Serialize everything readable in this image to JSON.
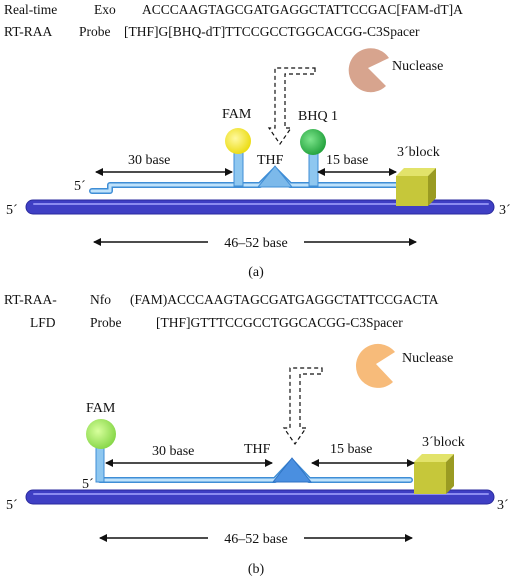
{
  "panel_a": {
    "header": {
      "line1": {
        "name": "Real-time",
        "kind": "Exo",
        "sequence": "ACCCAAGTAGCGATGAGGCTATTCCGAC[FAM-dT]A"
      },
      "line2": {
        "name": "RT-RAA",
        "kind": "Probe",
        "sequence": "[THF]G[BHQ-dT]TTCCGCCTGGCACGG-C3Spacer"
      }
    },
    "labels": {
      "nuclease": "Nuclease",
      "fam": "FAM",
      "bhq": "BHQ 1",
      "thf": "THF",
      "left_span": "30 base",
      "right_span": "15 base",
      "block": "3´block",
      "five_prime_probe": "5´",
      "five_prime_strand": "5´",
      "three_prime_strand": "3´",
      "length": "46–52 base"
    },
    "caption": "(a)"
  },
  "panel_b": {
    "header": {
      "line1": {
        "name": "RT-RAA-",
        "kind": "Nfo",
        "sequence": "(FAM)ACCCAAGTAGCGATGAGGCTATTCCGACTA"
      },
      "line2": {
        "name": "LFD",
        "kind": "Probe",
        "sequence": "[THF]GTTTCCGCCTGGCACGG-C3Spacer"
      }
    },
    "labels": {
      "nuclease": "Nuclease",
      "fam": "FAM",
      "thf": "THF",
      "left_span": "30 base",
      "right_span": "15 base",
      "block": "3´block",
      "five_prime_probe": "5´",
      "five_prime_strand": "5´",
      "three_prime_strand": "3´",
      "length": "46–52 base"
    },
    "caption": "(b)"
  },
  "colors": {
    "strand": "#3f3fc4",
    "strand_outline": "#2a2a9e",
    "probe": "#8ec7f0",
    "probe_outline": "#3f8ed6",
    "fam_a": "#f3e318",
    "fam_b": "#9fe85a",
    "bhq": "#2fb84a",
    "block": "#c6c73a",
    "nuclease": "#d7a48e"
  },
  "icons": [
    "nuclease-pacman-icon",
    "fluorophore-icon",
    "quencher-icon",
    "block-cube-icon",
    "cleavage-arrow-icon"
  ]
}
